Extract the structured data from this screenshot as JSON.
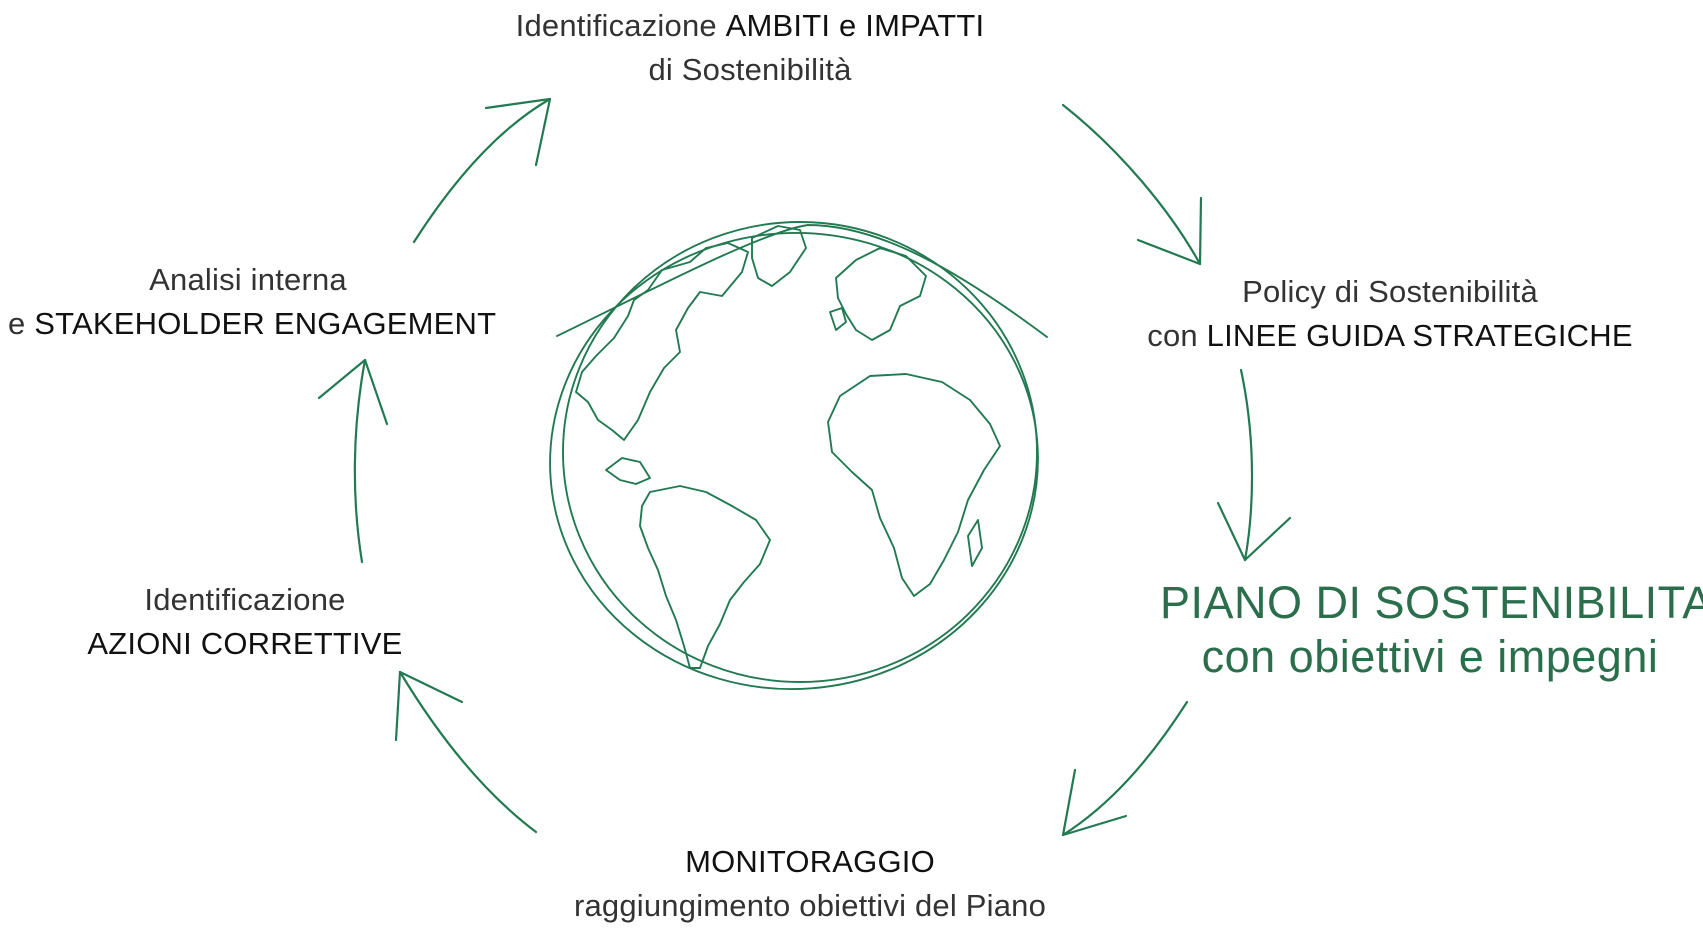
{
  "diagram": {
    "accent_color": "#237a52",
    "title_color": "#2b6e4c",
    "center_icon": "globe-icon",
    "steps": [
      {
        "id": "ambiti",
        "prefix": "Identificazione ",
        "emphasis": "AMBITI e IMPATTI",
        "line2": "di Sostenibilità"
      },
      {
        "id": "policy",
        "line1": "Policy di Sostenibilità",
        "prefix": "con ",
        "emphasis": "LINEE GUIDA STRATEGICHE"
      },
      {
        "id": "piano",
        "title": "PIANO DI SOSTENIBILITA’",
        "subtitle": "con obiettivi e impegni"
      },
      {
        "id": "monitoraggio",
        "emphasis": "MONITORAGGIO",
        "line2": "raggiungimento obiettivi del Piano"
      },
      {
        "id": "azioni",
        "line1": "Identificazione",
        "emphasis": "AZIONI CORRETTIVE"
      },
      {
        "id": "analisi",
        "line1": "Analisi interna",
        "prefix": "e ",
        "emphasis": "STAKEHOLDER ENGAGEMENT"
      }
    ]
  }
}
